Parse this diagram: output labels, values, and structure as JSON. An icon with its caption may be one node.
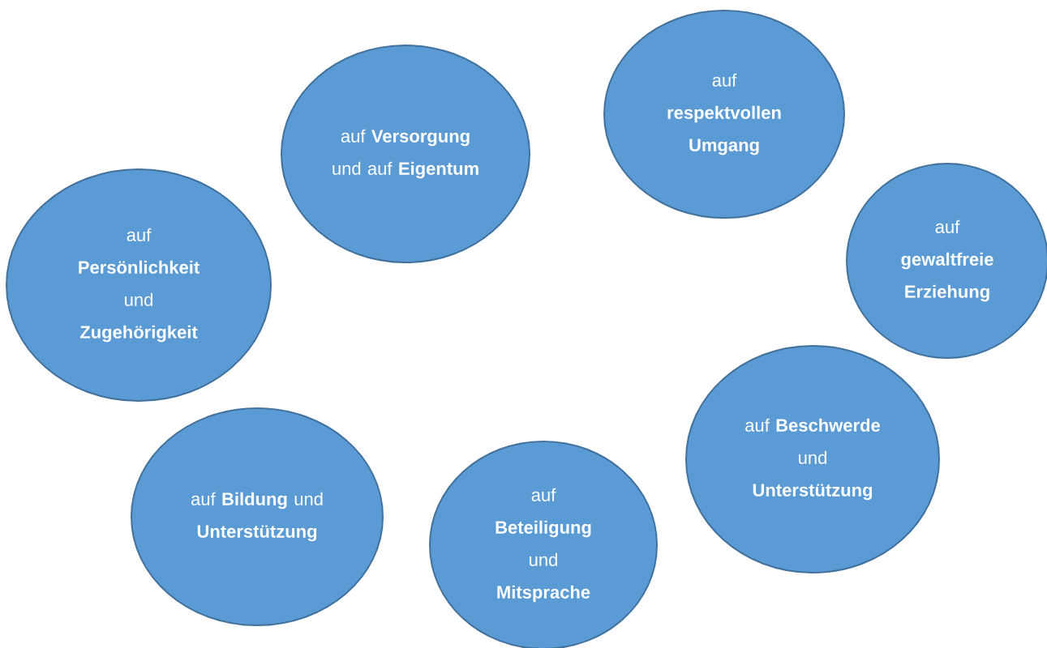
{
  "diagram": {
    "nodes": [
      {
        "text": [
          "auf **Versorgung** und auf **Eigentum**"
        ]
      },
      {
        "text": [
          "auf **respektvollen Umgang**"
        ]
      },
      {
        "text": [
          "auf **gewaltfreie Erziehung**"
        ]
      },
      {
        "text": [
          "auf **Persönlichkeit** und **Zugehörigkeit**"
        ]
      },
      {
        "text": [
          "auf **Beschwerde** und **Unterstützung**"
        ]
      },
      {
        "text": [
          "auf **Bildung** und **Unterstützung**"
        ]
      },
      {
        "text": [
          "auf **Beteiligung** und **Mitsprache**"
        ]
      }
    ]
  }
}
